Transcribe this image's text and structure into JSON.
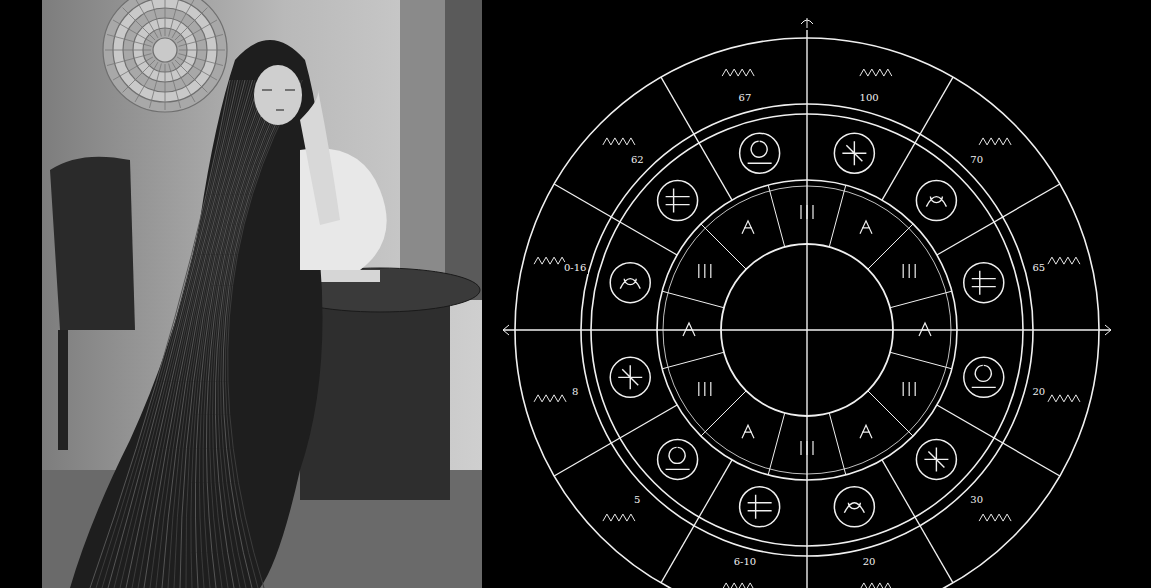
{
  "diagram": {
    "labels": [
      "100",
      "70",
      "65",
      "20",
      "30",
      "20",
      "6-10",
      "5",
      "8",
      "0-16",
      "62",
      "67"
    ]
  }
}
